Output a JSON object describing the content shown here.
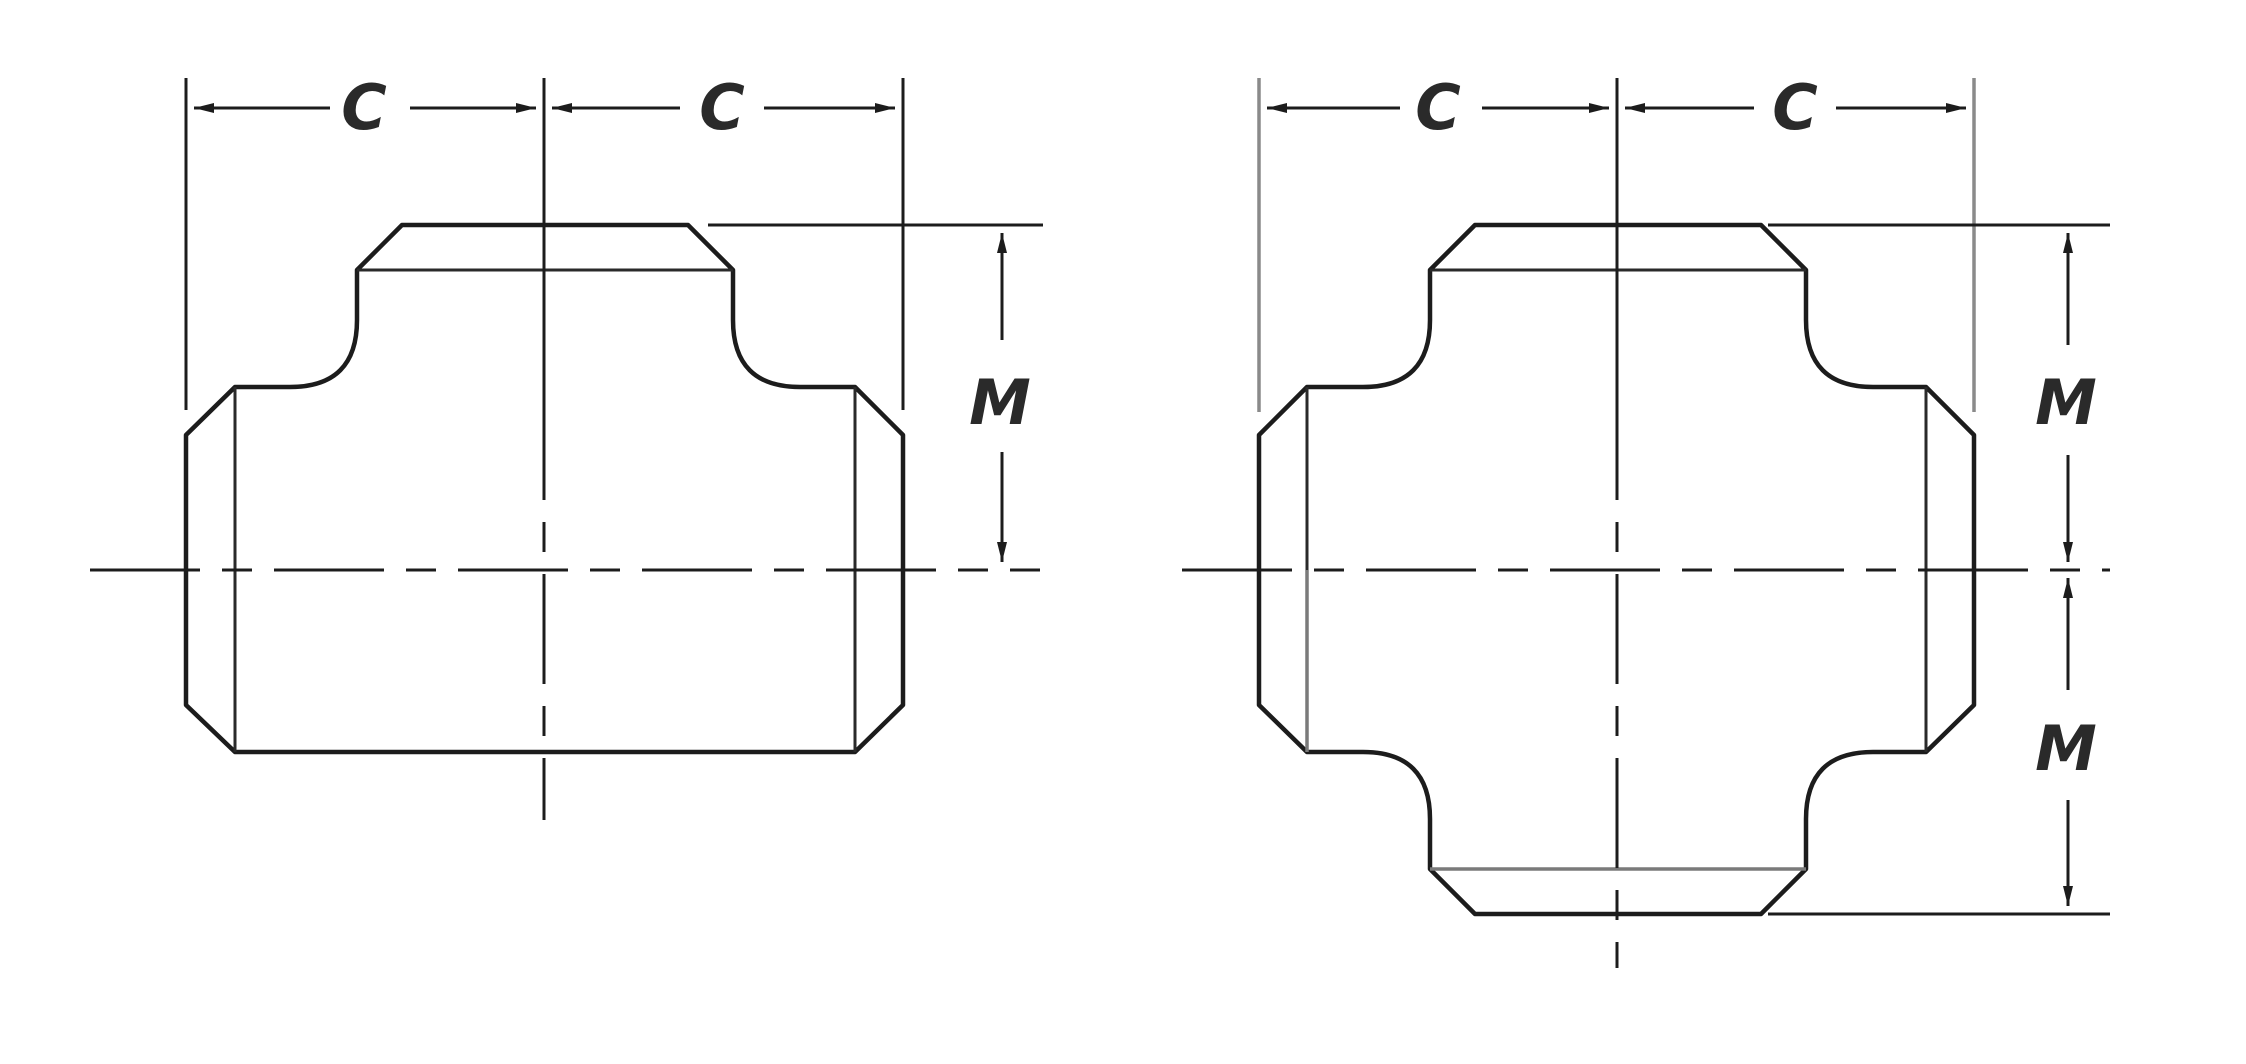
{
  "figure": {
    "tee": {
      "dim_left": "C",
      "dim_right": "C",
      "dim_vertical": "M"
    },
    "cross": {
      "dim_left": "C",
      "dim_right": "C",
      "dim_vertical_upper": "M",
      "dim_vertical_lower": "M"
    }
  }
}
